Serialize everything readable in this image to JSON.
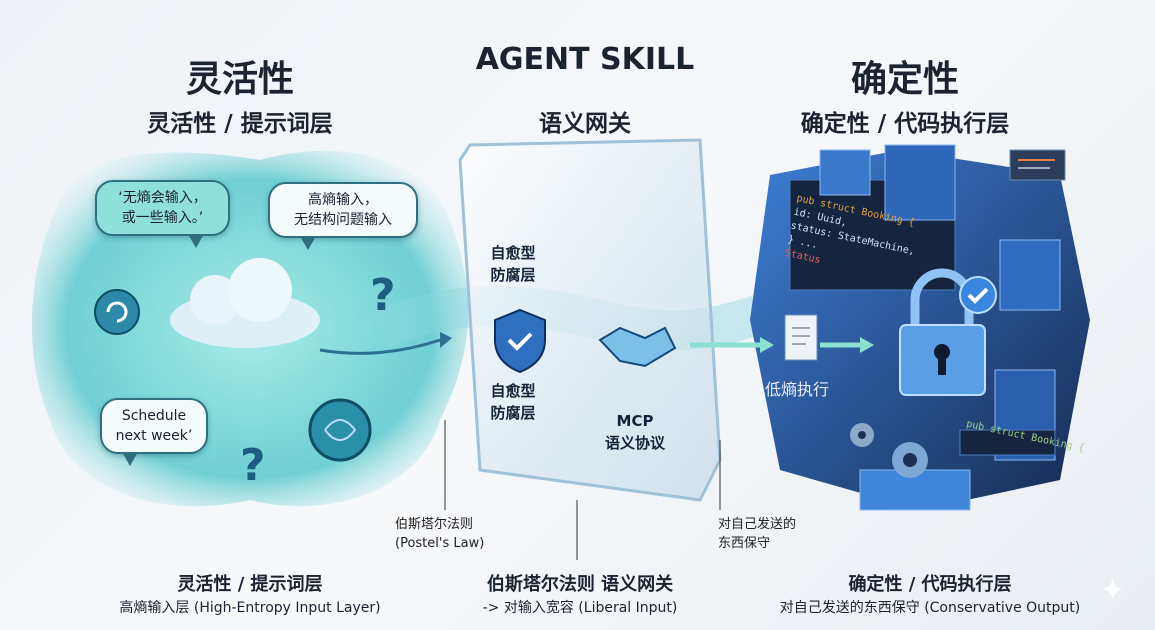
{
  "left": {
    "title": "灵活性",
    "subtitle": "灵活性 / 提示词层",
    "bubbles": [
      "‘无熵会输入，\n或一些输入。’",
      "高熵输入，\n无结构问题输入",
      "Schedule\nnext week’"
    ],
    "footer_title": "灵活性 / 提示词层",
    "footer_sub": "高熵输入层 (High-Entropy Input Layer)"
  },
  "center": {
    "title": "AGENT SKILL",
    "subtitle": "语义网关",
    "panel_label_top": "自愈型\n防腐层",
    "panel_label_bottom": "自愈型\n防腐层",
    "mcp_label": "MCP\n语义协议",
    "note": "伯斯塔尔法则\n(Postel's Law)",
    "footer_title": "伯斯塔尔法则 语义网关",
    "footer_sub": "-> 对输入宽容 (Liberal Input)"
  },
  "right": {
    "title": "确定性",
    "subtitle": "确定性 / 代码执行层",
    "code_lines": [
      "pub struct Booking {",
      "  id: Uuid,",
      "  status: StateMachine,",
      "} ...",
      "Status"
    ],
    "code_bottom": "pub struct Booking {",
    "exec_label": "低熵执行",
    "note": "对自己发送的\n东西保守",
    "footer_title": "确定性 / 代码执行层",
    "footer_sub": "对自己发送的东西保守 (Conservative Output)"
  },
  "colors": {
    "cyan": "#7fdcd8",
    "dark_blue": "#1c2f55",
    "mid_blue": "#2f6fc0"
  }
}
